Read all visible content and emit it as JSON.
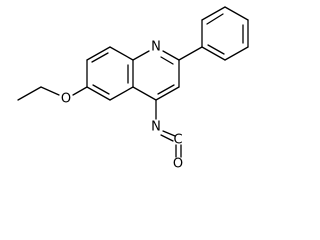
{
  "molecule": {
    "atoms": {
      "ring_nitrogen": "N",
      "ether_oxygen": "O",
      "isocyanate_nitrogen": "N",
      "carbonyl_carbon": "C",
      "carbonyl_oxygen": "O"
    }
  },
  "colors": {
    "bond": "#000000",
    "background": "#ffffff"
  }
}
